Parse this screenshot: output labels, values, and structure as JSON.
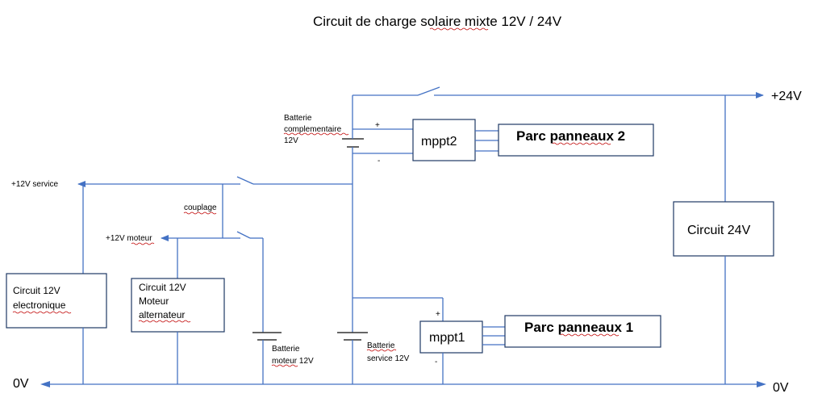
{
  "title": "Circuit de charge solaire mixte 12V / 24V",
  "rails": {
    "plus24": "+24V",
    "zero_left": "0V",
    "zero_right": "0V",
    "plus12_service": "+12V service",
    "plus12_moteur": "+12V moteur",
    "couplage": "couplage"
  },
  "batteries": {
    "complementaire": [
      "Batterie",
      "complementaire",
      "12V"
    ],
    "moteur": [
      "Batterie",
      "moteur 12V"
    ],
    "service": [
      "Batterie",
      "service 12V"
    ]
  },
  "boxes": {
    "mppt2": "mppt2",
    "mppt1": "mppt1",
    "parc2": "Parc panneaux 2",
    "parc1": "Parc panneaux 1",
    "circuit24": "Circuit 24V",
    "circuit12_electronique": [
      "Circuit 12V",
      "electronique"
    ],
    "circuit12_moteur": [
      "Circuit 12V",
      "Moteur",
      "alternateur"
    ]
  },
  "polarity": {
    "mppt2_plus": "+",
    "mppt2_minus": "-",
    "mppt1_plus": "+",
    "mppt1_minus": "-"
  },
  "colors": {
    "wire": "#4472c4",
    "box_border": "#1f3864",
    "spellcheck": "#c00000"
  }
}
